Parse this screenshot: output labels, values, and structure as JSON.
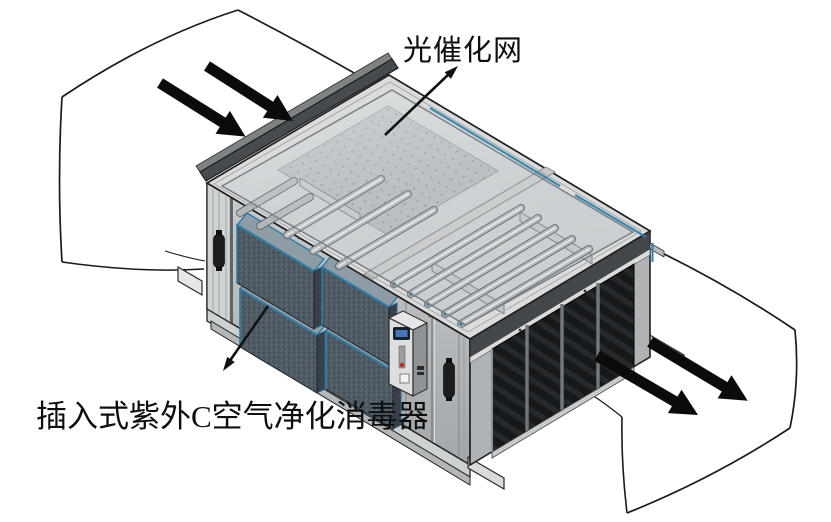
{
  "diagram": {
    "type": "isometric-technical-illustration",
    "subject": "duct-mounted UV-C air purification disinfector",
    "labels": {
      "top": "光催化网",
      "bottom": "插入式紫外C空气净化消毒器"
    },
    "airflow": {
      "inlet_arrow_count": 2,
      "outlet_arrow_count": 2,
      "direction": "in at upper-left duct, out at lower-right duct"
    },
    "colors": {
      "background": "#ffffff",
      "line": "#1a1a1a",
      "aluminum": "#c9cccd",
      "glass": "#c9cdcf",
      "filter_face": "#4d5861",
      "filter_edge_blue": "#2e7da7",
      "grille_dark": "#17191b",
      "flange_dark": "#474b4e",
      "display_blue": "#4a74b8",
      "indicator_red": "#c6261f"
    }
  }
}
